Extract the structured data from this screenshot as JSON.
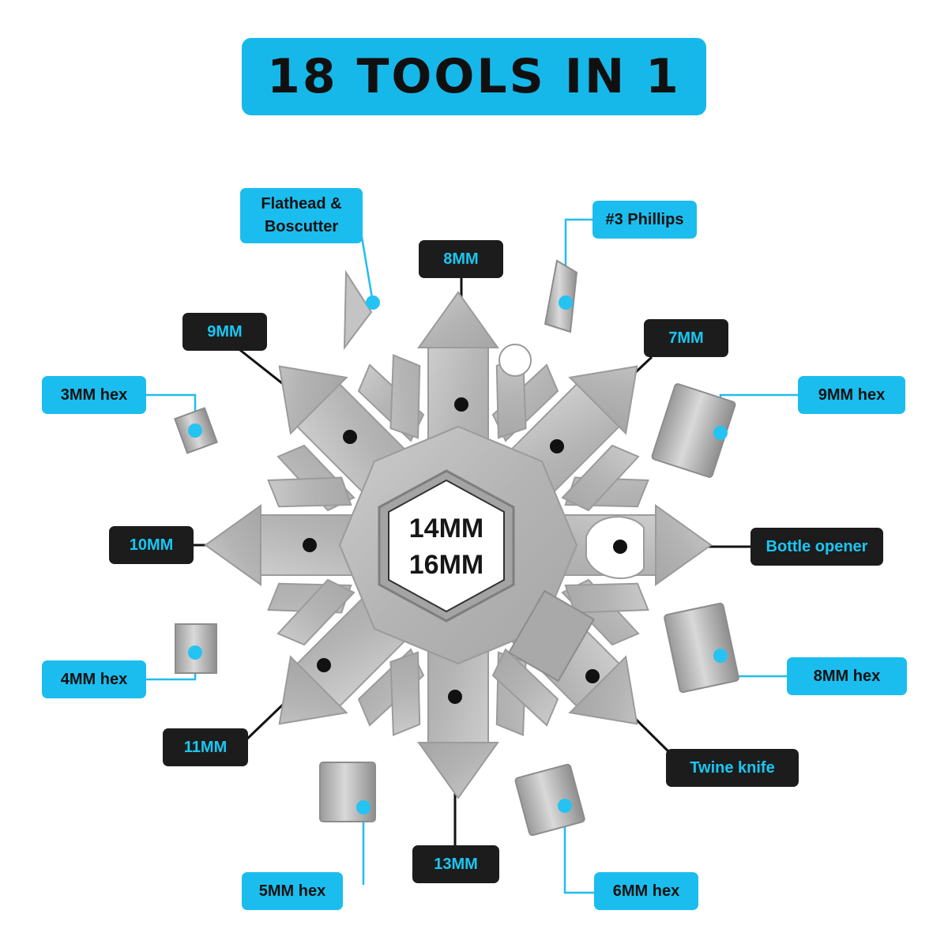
{
  "title": "18 TOOLS IN 1",
  "center": {
    "line1": "14MM",
    "line2": "16MM"
  },
  "labels": {
    "flathead": {
      "line1": "Flathead &",
      "line2": "Boscutter"
    },
    "phillips": "#3 Phillips",
    "mm8": "8MM",
    "mm9": "9MM",
    "mm7": "7MM",
    "hex3": "3MM hex",
    "hex9": "9MM hex",
    "mm10": "10MM",
    "bottle": "Bottle opener",
    "hex4": "4MM hex",
    "hex8": "8MM hex",
    "mm11": "11MM",
    "twine": "Twine knife",
    "mm13": "13MM",
    "hex5": "5MM hex",
    "hex6": "6MM hex"
  },
  "colors": {
    "accent_blue": "#16b8ea",
    "label_dark": "#1c1c1c",
    "label_dark_text": "#19c7f2",
    "steel": "#b8b8b8"
  }
}
